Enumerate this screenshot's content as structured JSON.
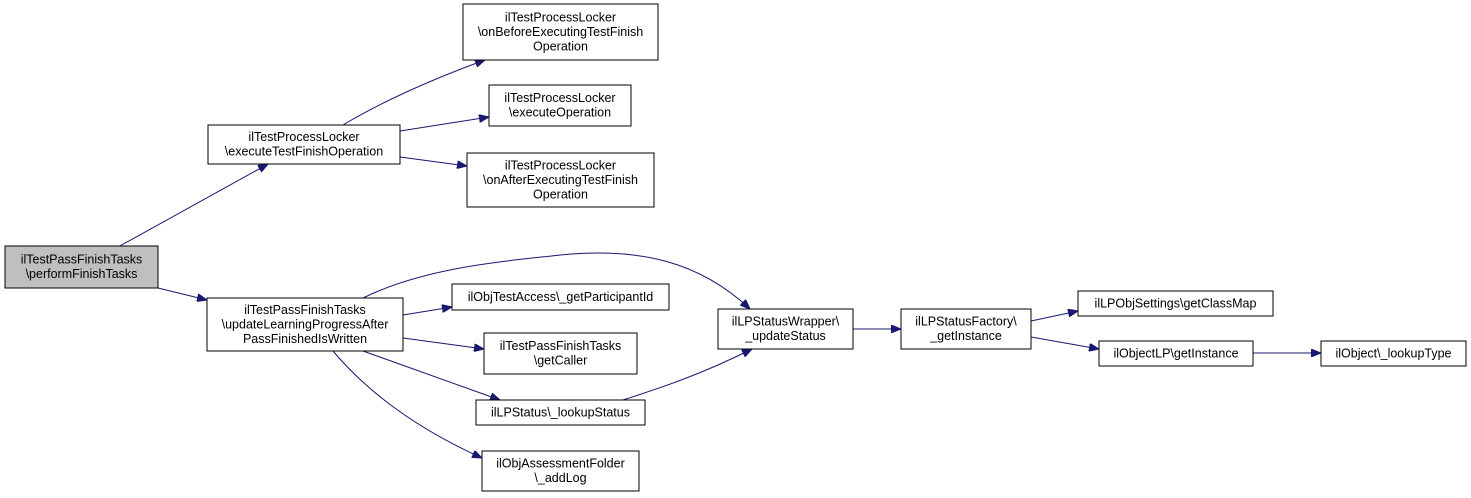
{
  "diagram": {
    "edge_color": "#191970",
    "node_fill": "#ffffff",
    "root_fill": "#bfbfbf",
    "nodes": [
      {
        "id": "root",
        "lines": [
          "ilTestPassFinishTasks",
          "\\performFinishTasks"
        ],
        "root": true
      },
      {
        "id": "execFinish",
        "lines": [
          "ilTestProcessLocker",
          "\\executeTestFinishOperation"
        ]
      },
      {
        "id": "onBefore",
        "lines": [
          "ilTestProcessLocker",
          "\\onBeforeExecutingTestFinish",
          "Operation"
        ]
      },
      {
        "id": "execOp",
        "lines": [
          "ilTestProcessLocker",
          "\\executeOperation"
        ]
      },
      {
        "id": "onAfter",
        "lines": [
          "ilTestProcessLocker",
          "\\onAfterExecutingTestFinish",
          "Operation"
        ]
      },
      {
        "id": "updateLP",
        "lines": [
          "ilTestPassFinishTasks",
          "\\updateLearningProgressAfter",
          "PassFinishedIsWritten"
        ]
      },
      {
        "id": "getPart",
        "lines": [
          "ilObjTestAccess\\_getParticipantId"
        ]
      },
      {
        "id": "getCaller",
        "lines": [
          "ilTestPassFinishTasks",
          "\\getCaller"
        ]
      },
      {
        "id": "lookupStatus",
        "lines": [
          "ilLPStatus\\_lookupStatus"
        ]
      },
      {
        "id": "addLog",
        "lines": [
          "ilObjAssessmentFolder",
          "\\_addLog"
        ]
      },
      {
        "id": "updStatus",
        "lines": [
          "ilLPStatusWrapper\\",
          "_updateStatus"
        ]
      },
      {
        "id": "factory",
        "lines": [
          "ilLPStatusFactory\\",
          "_getInstance"
        ]
      },
      {
        "id": "classMap",
        "lines": [
          "ilLPObjSettings\\getClassMap"
        ]
      },
      {
        "id": "objLP",
        "lines": [
          "ilObjectLP\\getInstance"
        ]
      },
      {
        "id": "lookupType",
        "lines": [
          "ilObject\\_lookupType"
        ]
      }
    ],
    "edges": [
      {
        "from": "root",
        "to": "execFinish"
      },
      {
        "from": "root",
        "to": "updateLP"
      },
      {
        "from": "execFinish",
        "to": "onBefore"
      },
      {
        "from": "execFinish",
        "to": "execOp"
      },
      {
        "from": "execFinish",
        "to": "onAfter"
      },
      {
        "from": "updateLP",
        "to": "updStatus"
      },
      {
        "from": "updateLP",
        "to": "getPart"
      },
      {
        "from": "updateLP",
        "to": "getCaller"
      },
      {
        "from": "updateLP",
        "to": "lookupStatus"
      },
      {
        "from": "updateLP",
        "to": "addLog"
      },
      {
        "from": "lookupStatus",
        "to": "updStatus"
      },
      {
        "from": "updStatus",
        "to": "factory"
      },
      {
        "from": "factory",
        "to": "classMap"
      },
      {
        "from": "factory",
        "to": "objLP"
      },
      {
        "from": "objLP",
        "to": "lookupType"
      }
    ]
  }
}
